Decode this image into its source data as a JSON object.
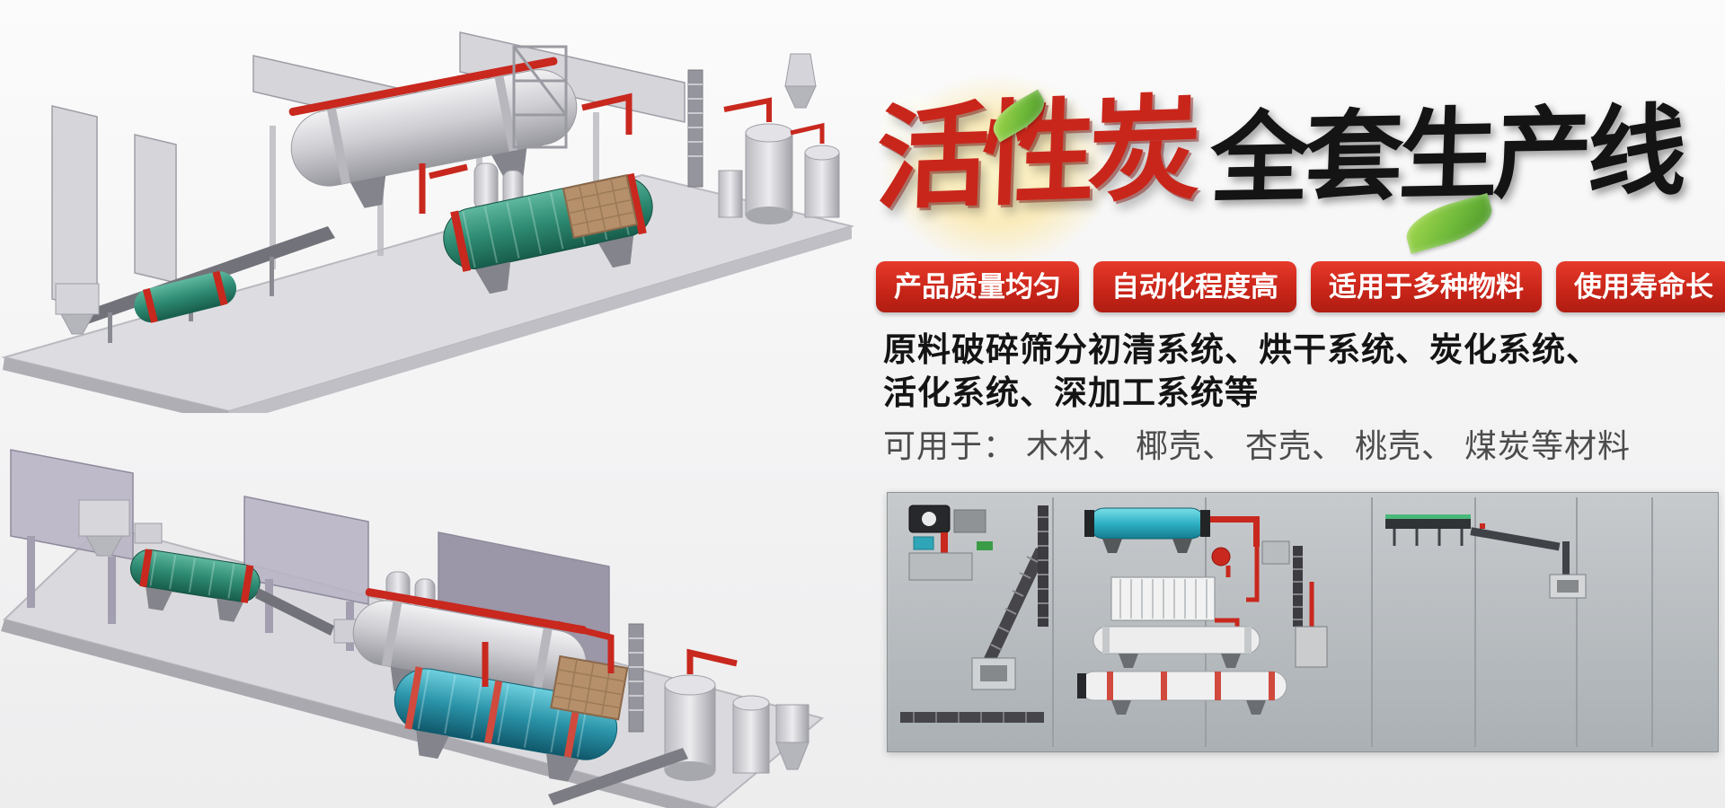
{
  "hero": {
    "title": {
      "red": "活性炭",
      "black": "全套生产线"
    },
    "badges": [
      {
        "label": "产品质量均匀"
      },
      {
        "label": "自动化程度高"
      },
      {
        "label": "适用于多种物料"
      },
      {
        "label": "使用寿命长"
      }
    ],
    "description": {
      "line1": "原料破碎筛分初清系统、烘干系统、炭化系统、",
      "line2": "活化系统、深加工系统等"
    },
    "materials": "可用于： 木材、 椰壳、 杏壳、 桃壳、 煤炭等材料"
  },
  "colors": {
    "title_red": "#c9261b",
    "title_black": "#141414",
    "badge_red": "#c72418",
    "badge_text": "#ffffff",
    "description_text": "#141414",
    "materials_text": "#4c4c4c",
    "page_background": "#f3f3f4",
    "diagram_background": "#b4b8bb",
    "accent_pipe_red": "#c8281e",
    "machine_teal": "#2fb0c4",
    "machine_green": "#2e8a72",
    "leaf_green": "#6fb93a"
  },
  "illustrations": {
    "top_render": "activated-carbon-production-line-3d-render-top",
    "bottom_render": "activated-carbon-production-line-3d-render-bottom",
    "layout_diagram": "production-line-layout-schematic"
  }
}
